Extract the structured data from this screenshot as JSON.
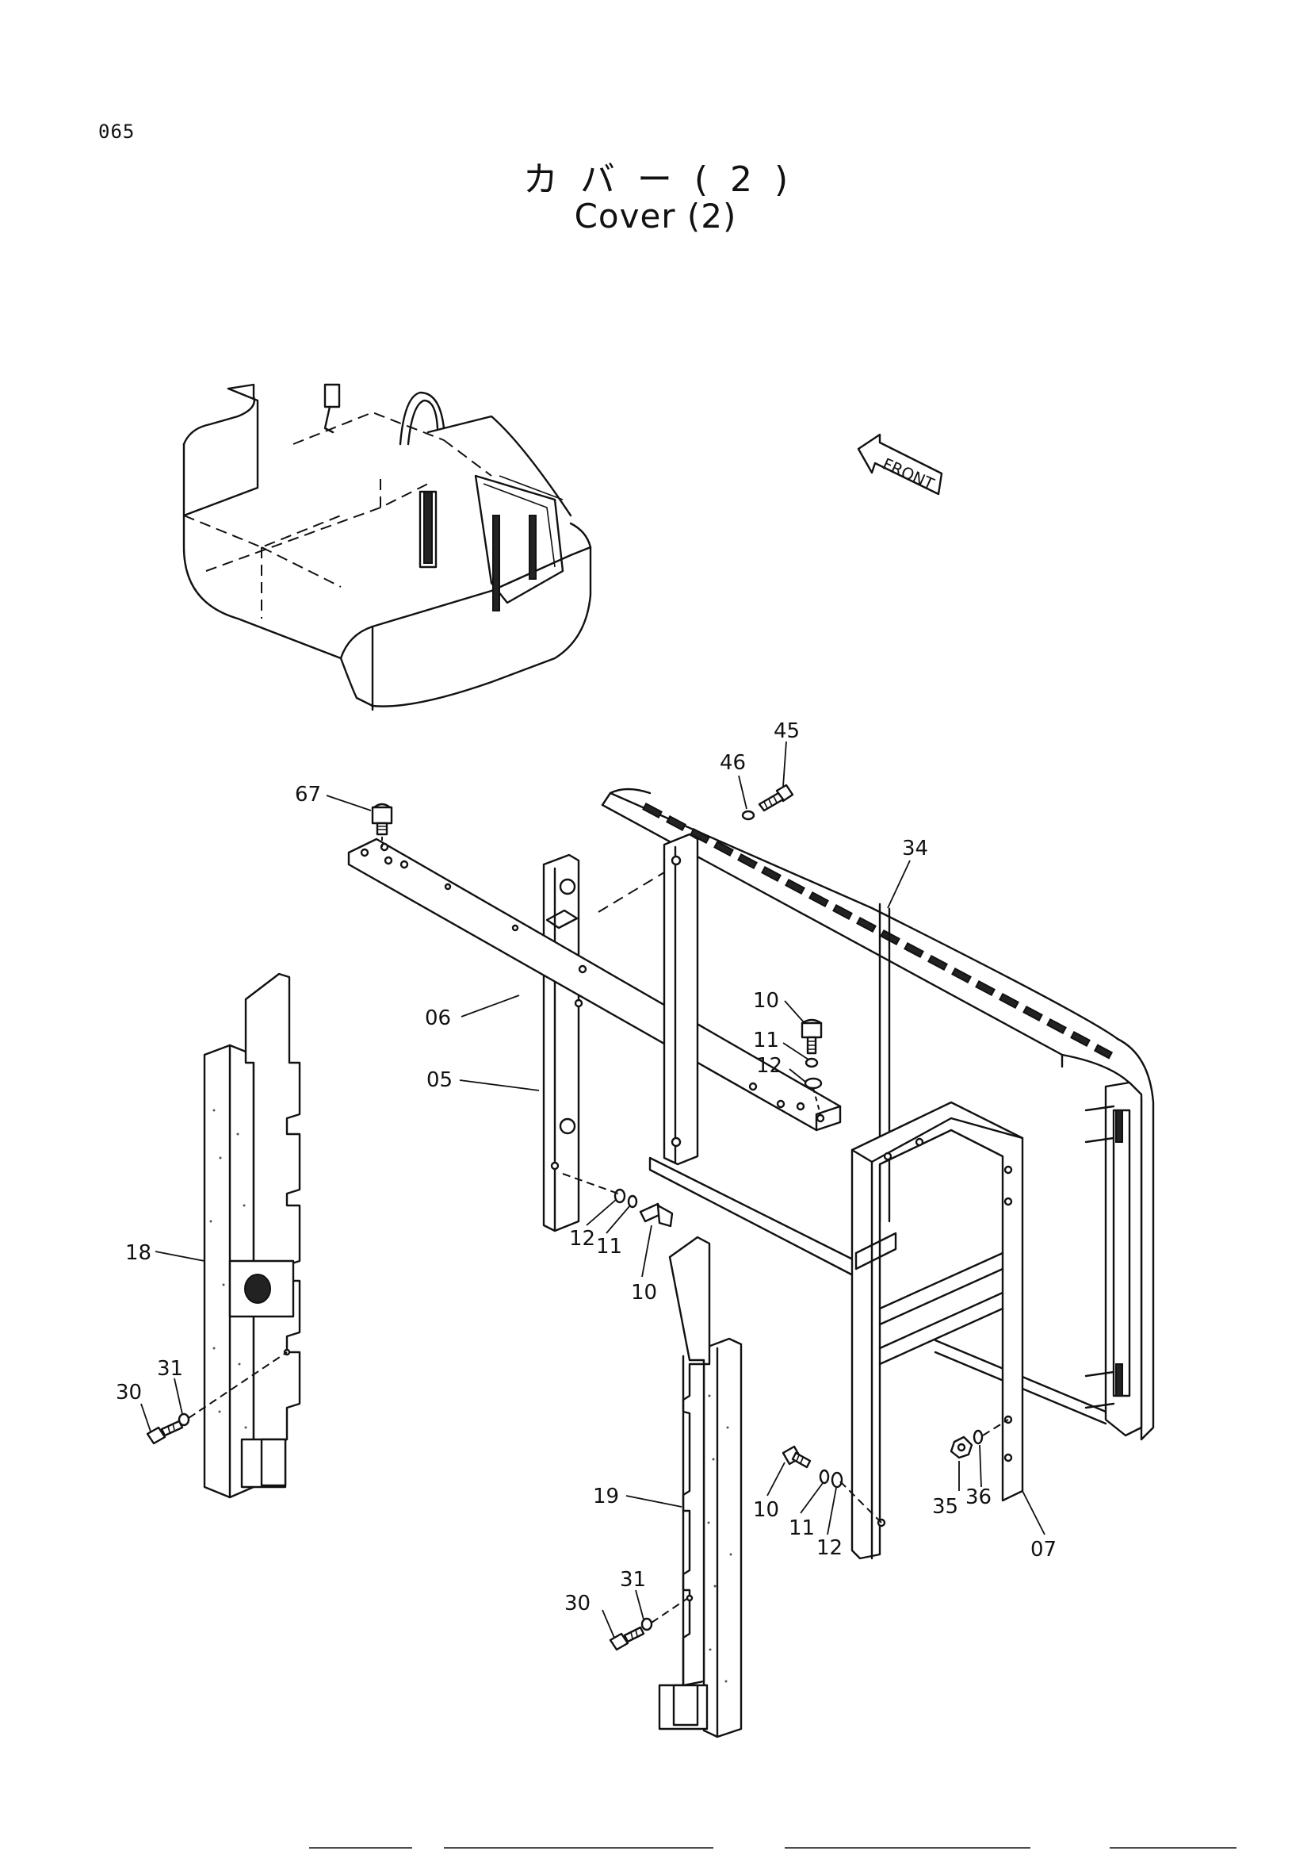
{
  "page_number": "065",
  "title_jp": "カバー(2)",
  "title_en": "Cover (2)",
  "front_label": "FRONT",
  "callouts": [
    {
      "id": "67"
    },
    {
      "id": "46"
    },
    {
      "id": "45"
    },
    {
      "id": "34"
    },
    {
      "id": "06"
    },
    {
      "id": "05"
    },
    {
      "id": "10"
    },
    {
      "id": "11"
    },
    {
      "id": "12"
    },
    {
      "id": "18"
    },
    {
      "id": "31"
    },
    {
      "id": "30"
    },
    {
      "id": "19"
    },
    {
      "id": "35"
    },
    {
      "id": "36"
    },
    {
      "id": "07"
    }
  ],
  "icons": {
    "front_arrow": "front-arrow-icon"
  }
}
